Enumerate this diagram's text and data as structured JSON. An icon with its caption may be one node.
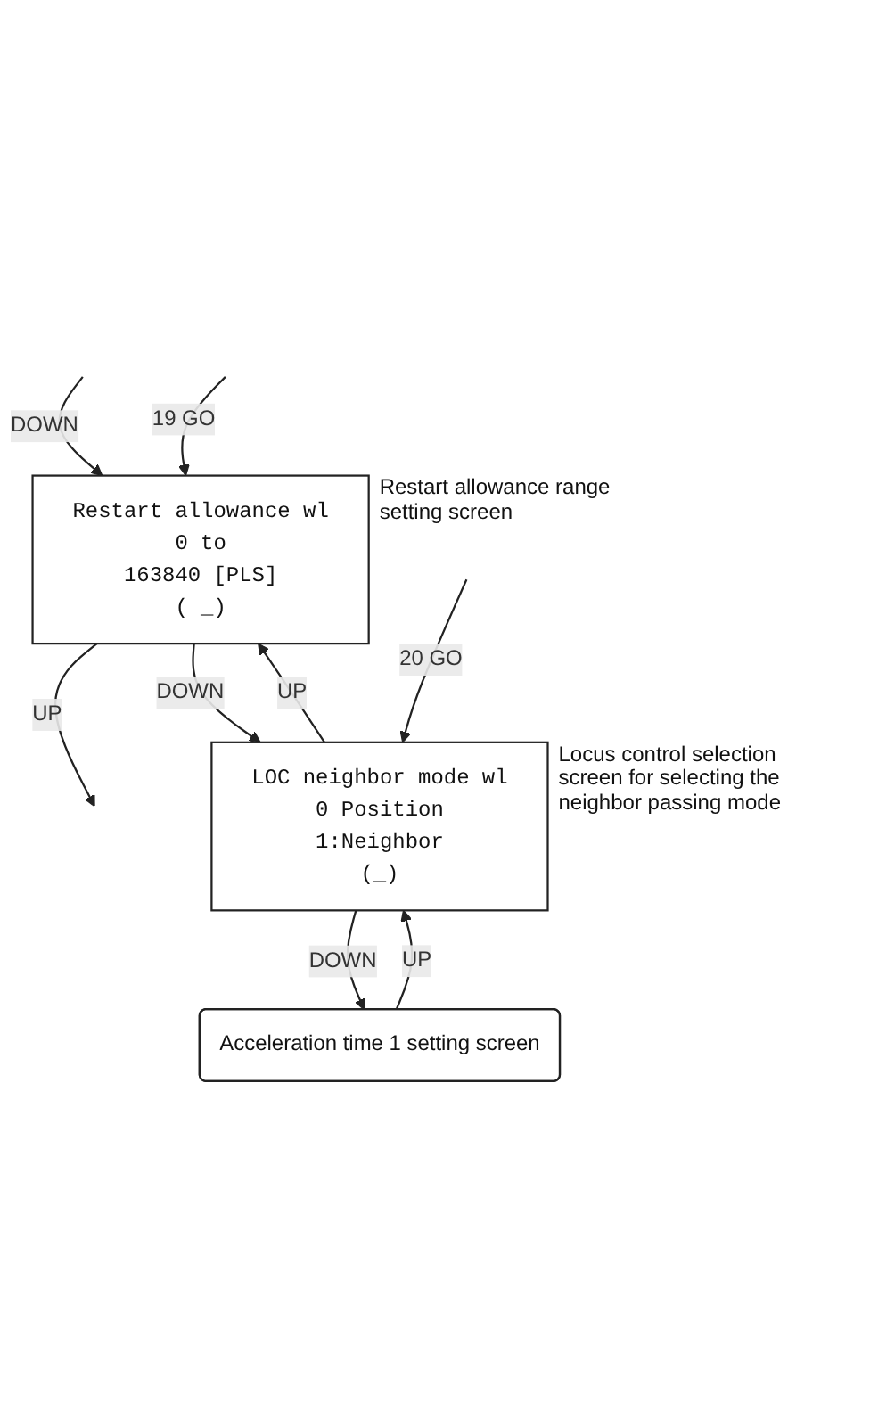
{
  "diagram": {
    "nodes": [
      {
        "text": [
          "Restart allowance wl",
          "0 to",
          "163840 [PLS]",
          "( _)"
        ],
        "beside": [
          "Restart allowance range setting screen"
        ]
      },
      {
        "text": [
          "LOC neighbor mode wl",
          "0 Position",
          "1:Neighbor",
          "(_)"
        ],
        "beside": [
          "Locus control selection screen for selecting the neighbor passing mode"
        ]
      },
      {
        "text": [
          "Acceleration time 1 setting screen"
        ]
      }
    ],
    "edges": [
      {
        "from": 0,
        "to": null,
        "arrow": "to",
        "label": "UP"
      },
      {
        "from": null,
        "to": 0,
        "arrow": "to",
        "label": "DOWN"
      },
      {
        "from": null,
        "to": 0,
        "arrow": "to",
        "label": "19 GO"
      },
      {
        "from": 0,
        "to": 1,
        "arrow": "to",
        "label": "DOWN"
      },
      {
        "from": 1,
        "to": 0,
        "arrow": "to",
        "label": "UP"
      },
      {
        "from": null,
        "to": 1,
        "arrow": "to",
        "label": "20 GO"
      },
      {
        "from": 1,
        "to": 2,
        "arrow": "to",
        "label": "DOWN"
      },
      {
        "from": 2,
        "to": 1,
        "arrow": "to",
        "label": "UP"
      }
    ]
  }
}
